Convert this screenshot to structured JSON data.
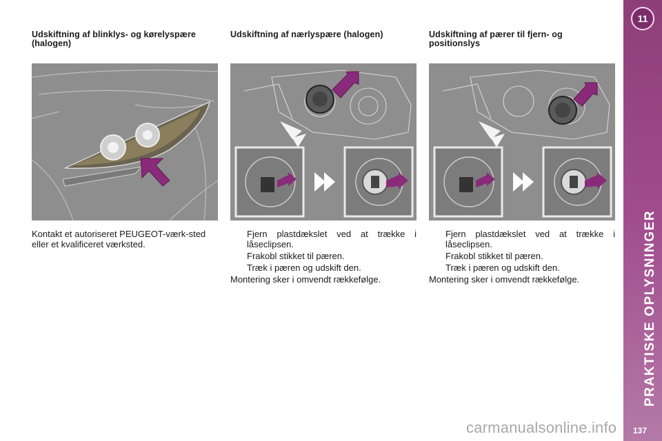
{
  "sidebar": {
    "chapter_number": "11",
    "section_title": "PRAKTISKE OPLYSNINGER",
    "page_number": "137"
  },
  "columns": [
    {
      "heading": "Udskiftning af blinklys- og kørelyspære (halogen)",
      "body": "Kontakt et autoriseret PEUGEOT-værk-sted eller et kvalificeret værksted."
    },
    {
      "heading": "Udskiftning af nærlyspære (halogen)",
      "bullets": [
        "Fjern plastdækslet ved at trække i låseclipsen.",
        "Frakobl stikket til pæren.",
        "Træk i pæren og udskift den."
      ],
      "footer": "Montering sker i omvendt rækkefølge."
    },
    {
      "heading": "Udskiftning af pærer til fjern- og positionslys",
      "bullets": [
        "Fjern plastdækslet ved at trække i låseclipsen.",
        "Frakobl stikket til pæren.",
        "Træk i pæren og udskift den."
      ],
      "footer": "Montering sker i omvendt rækkefølge."
    }
  ],
  "bullet_glyph": "",
  "watermark": "carmanualsonline.info",
  "colors": {
    "accent_purple": "#8d3e78",
    "arrow_purple": "#8a2a7a",
    "figure_gray": "#8e8e8e"
  }
}
